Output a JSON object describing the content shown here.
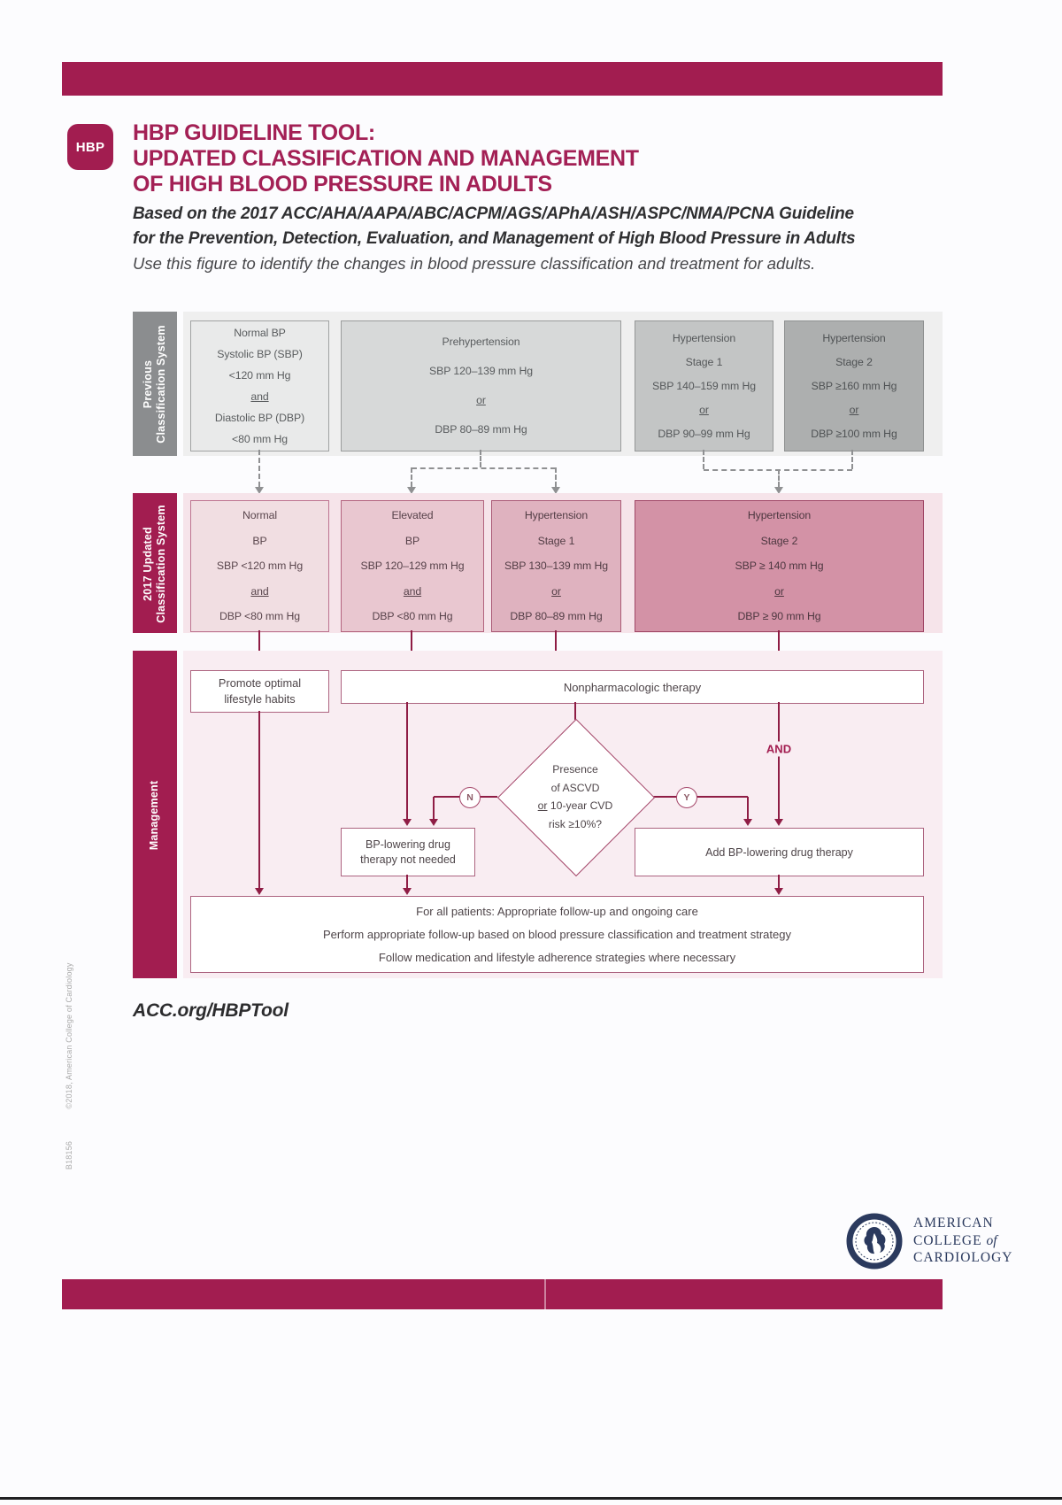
{
  "header": {
    "badge": "HBP",
    "title_line1": "HBP GUIDELINE TOOL:",
    "title_line2": "UPDATED CLASSIFICATION AND MANAGEMENT",
    "title_line3": "OF HIGH BLOOD PRESSURE IN ADULTS",
    "subtitle_line1": "Based on the 2017 ACC/AHA/AAPA/ABC/ACPM/AGS/APhA/ASH/ASPC/NMA/PCNA Guideline",
    "subtitle_line2": "for the Prevention, Detection, Evaluation, and Management of High Blood Pressure in Adults",
    "tagline": "Use this figure to identify the changes in blood pressure classification and treatment for adults."
  },
  "previous": {
    "label_line1": "Previous",
    "label_line2": "Classification System",
    "normal": {
      "title": "Normal BP",
      "line1": "Systolic BP (SBP)",
      "line2": "<120 mm Hg",
      "conj": "and",
      "line3": "Diastolic BP (DBP)",
      "line4": "<80 mm Hg"
    },
    "prehypertension": {
      "title": "Prehypertension",
      "line1": "SBP 120–139 mm Hg",
      "conj": "or",
      "line2": "DBP 80–89 mm Hg"
    },
    "stage1": {
      "title": "Hypertension",
      "subtitle": "Stage 1",
      "line1": "SBP 140–159 mm Hg",
      "conj": "or",
      "line2": "DBP 90–99 mm Hg"
    },
    "stage2": {
      "title": "Hypertension",
      "subtitle": "Stage 2",
      "line1": "SBP ≥160 mm Hg",
      "conj": "or",
      "line2": "DBP ≥100 mm Hg"
    }
  },
  "updated": {
    "label_line1": "2017 Updated",
    "label_line2": "Classification System",
    "normal": {
      "title": "Normal",
      "subtitle": "BP",
      "line1": "SBP <120 mm Hg",
      "conj": "and",
      "line2": "DBP <80 mm Hg"
    },
    "elevated": {
      "title": "Elevated",
      "subtitle": "BP",
      "line1": "SBP 120–129 mm Hg",
      "conj": "and",
      "line2": "DBP <80 mm Hg"
    },
    "stage1": {
      "title": "Hypertension",
      "subtitle": "Stage 1",
      "line1": "SBP 130–139 mm Hg",
      "conj": "or",
      "line2": "DBP 80–89 mm Hg"
    },
    "stage2": {
      "title": "Hypertension",
      "subtitle": "Stage 2",
      "line1": "SBP ≥ 140 mm Hg",
      "conj": "or",
      "line2": "DBP ≥ 90 mm Hg"
    }
  },
  "management": {
    "label": "Management",
    "promote_line1": "Promote optimal",
    "promote_line2": "lifestyle habits",
    "nonpharm": "Nonpharmacologic therapy",
    "diamond_line1": "Presence",
    "diamond_line2": "of ASCVD",
    "diamond_line3_conj": "or",
    "diamond_line3_rest": "10-year CVD",
    "diamond_line4": "risk ≥10%?",
    "no": "N",
    "yes": "Y",
    "and": "AND",
    "not_needed_line1": "BP-lowering drug",
    "not_needed_line2": "therapy not needed",
    "add_drug": "Add BP-lowering drug therapy",
    "followup_line1": "For all patients: Appropriate follow-up and ongoing care",
    "followup_line2": "Perform appropriate follow-up based on blood pressure classification and treatment strategy",
    "followup_line3": "Follow medication and lifestyle adherence strategies where necessary"
  },
  "footer": {
    "url": "ACC.org/HBPTool",
    "copyright": "©2018, American College of Cardiology",
    "code": "B18156",
    "logo_line1": "AMERICAN",
    "logo_line2_pre": "COLLEGE",
    "logo_line2_of": "of",
    "logo_line3": "CARDIOLOGY"
  },
  "colors": {
    "crimson": "#a21d50",
    "arrow_crimson": "#8f1d45",
    "sidebar_gray": "#8b8d8f",
    "navy": "#2b3a5e"
  }
}
